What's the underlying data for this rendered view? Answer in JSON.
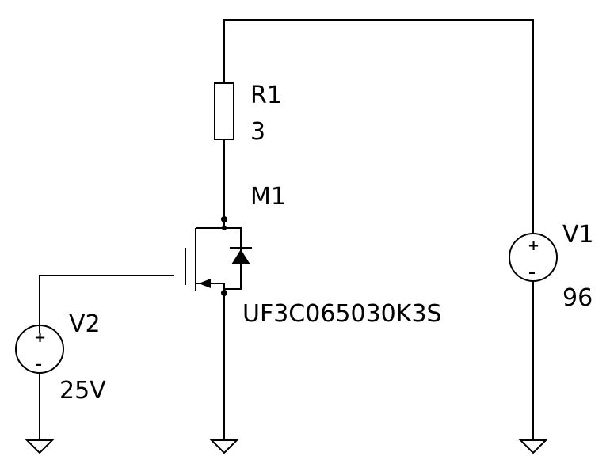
{
  "components": {
    "r1": {
      "ref": "R1",
      "value": "3"
    },
    "m1": {
      "ref": "M1",
      "model": "UF3C065030K3S"
    },
    "v1": {
      "ref": "V1",
      "value": "96"
    },
    "v2": {
      "ref": "V2",
      "value": "25V"
    }
  },
  "source_polarity": {
    "plus": "+",
    "minus": "–"
  }
}
